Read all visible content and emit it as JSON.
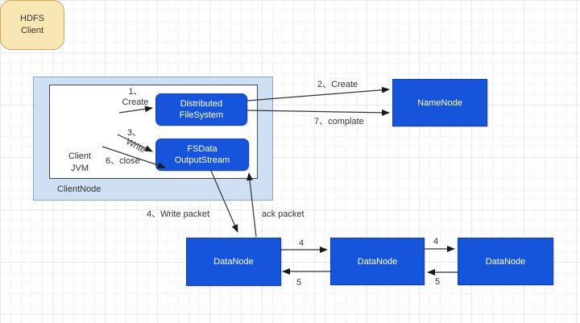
{
  "colors": {
    "node_fill": "#1554DB",
    "node_border": "#0E3FBB",
    "node_text": "#FFFFFF",
    "container_fill": "#CFE0F5",
    "container_border": "#89A5CE",
    "hdfs_client_fill": "#F9E7B3",
    "hdfs_client_border": "#C9A75B",
    "label_text": "#333333",
    "arrow": "#333333"
  },
  "nodes": {
    "client_node_label": "ClientNode",
    "client_jvm": {
      "line1": "Client",
      "line2": "JVM"
    },
    "hdfs_client": {
      "line1": "HDFS",
      "line2": "Client"
    },
    "distributed_filesystem": {
      "line1": "Distributed",
      "line2": "FileSystem"
    },
    "fsdata_outputstream": {
      "line1": "FSData",
      "line2": "OutputStream"
    },
    "name_node": "NameNode",
    "data_node_1": "DataNode",
    "data_node_2": "DataNode",
    "data_node_3": "DataNode"
  },
  "edges": {
    "step1_num": "1、",
    "step1_verb": "Create",
    "step2": "2、Create",
    "step3_num": "3、",
    "step3_verb": "Write",
    "step6": "6、close",
    "step7": "7、complate",
    "step4_packet": "4、Write packet",
    "ack_packet": "ack packet",
    "pipeline_forward_1": "4",
    "pipeline_ack_1": "5",
    "pipeline_forward_2": "4",
    "pipeline_ack_2": "5"
  }
}
